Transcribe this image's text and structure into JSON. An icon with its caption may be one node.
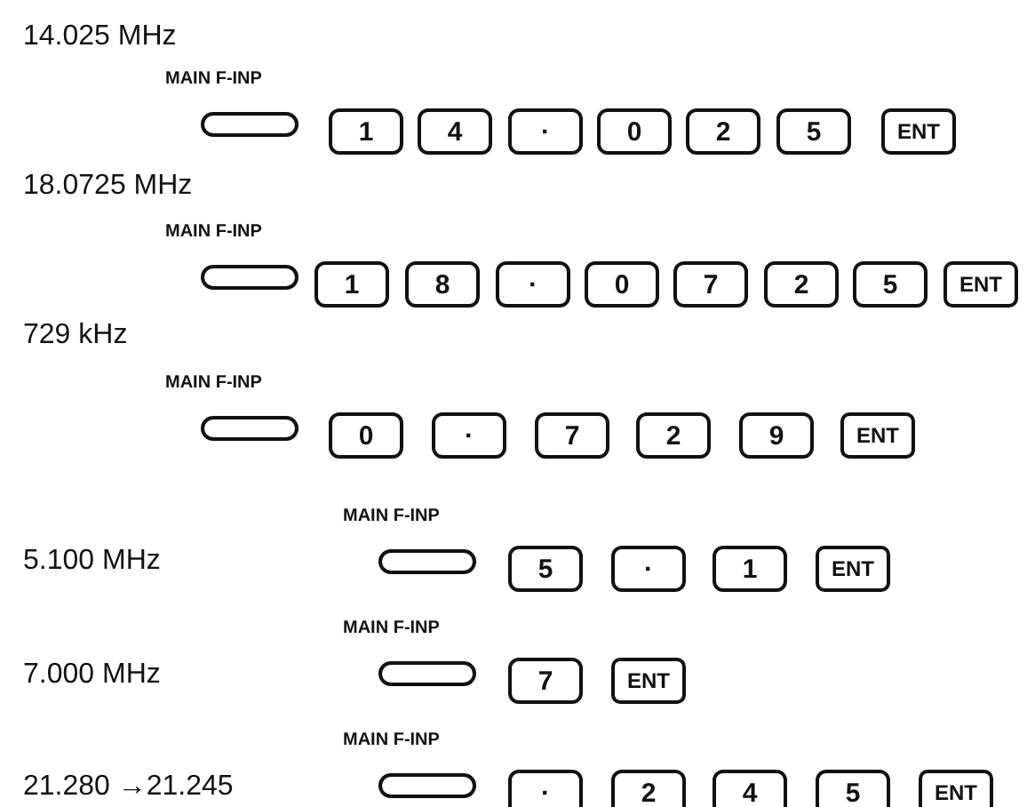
{
  "diagram": {
    "nodes": [
      {
        "text": [
          "MAIN F-INP"
        ]
      },
      {
        "text": [
          "1"
        ]
      },
      {
        "text": [
          "4"
        ]
      },
      {
        "text": [
          "·"
        ]
      },
      {
        "text": [
          "0"
        ]
      },
      {
        "text": [
          "2"
        ]
      },
      {
        "text": [
          "5"
        ]
      },
      {
        "text": [
          "ENT"
        ]
      },
      {
        "text": [
          "MAIN F-INP"
        ]
      },
      {
        "text": [
          "1"
        ]
      },
      {
        "text": [
          "8"
        ]
      },
      {
        "text": [
          "·"
        ]
      },
      {
        "text": [
          "0"
        ]
      },
      {
        "text": [
          "7"
        ]
      },
      {
        "text": [
          "2"
        ]
      },
      {
        "text": [
          "5"
        ]
      },
      {
        "text": [
          "ENT"
        ]
      },
      {
        "text": [
          "MAIN F-INP"
        ]
      },
      {
        "text": [
          "0"
        ]
      },
      {
        "text": [
          "·"
        ]
      },
      {
        "text": [
          "7"
        ]
      },
      {
        "text": [
          "2"
        ]
      },
      {
        "text": [
          "9"
        ]
      },
      {
        "text": [
          "ENT"
        ]
      },
      {
        "text": [
          "MAIN F-INP"
        ]
      },
      {
        "text": [
          "5"
        ]
      },
      {
        "text": [
          "·"
        ]
      },
      {
        "text": [
          "1"
        ]
      },
      {
        "text": [
          "ENT"
        ]
      },
      {
        "text": [
          "MAIN F-INP"
        ]
      },
      {
        "text": [
          "7"
        ]
      },
      {
        "text": [
          "ENT"
        ]
      },
      {
        "text": [
          "MAIN F-INP"
        ]
      },
      {
        "text": [
          "·"
        ]
      },
      {
        "text": [
          "2"
        ]
      },
      {
        "text": [
          "4"
        ]
      },
      {
        "text": [
          "5"
        ]
      },
      {
        "text": [
          "ENT"
        ]
      }
    ],
    "labels": [
      "14.025 MHz",
      "18.0725 MHz",
      "729 kHz",
      "5.100 MHz",
      "7.000 MHz",
      "21.280 →21.245"
    ]
  }
}
